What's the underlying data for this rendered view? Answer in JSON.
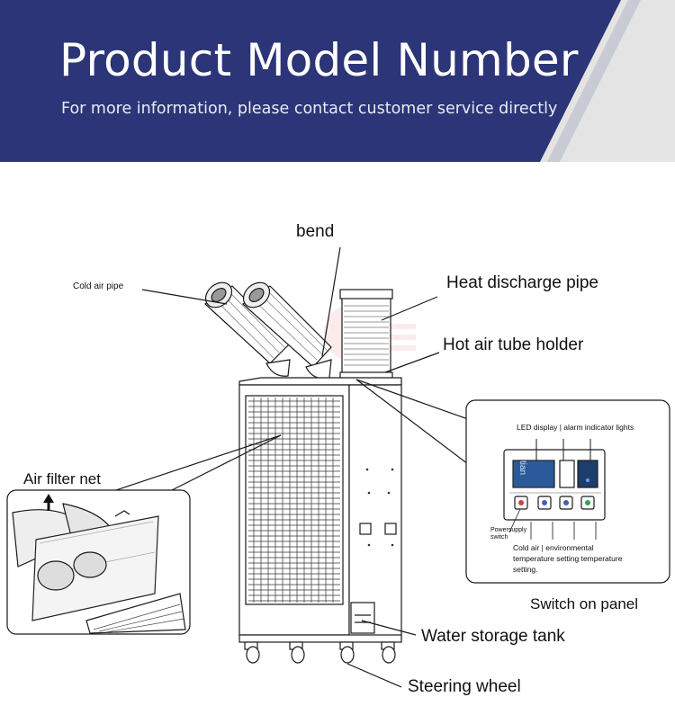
{
  "header": {
    "title": "Product Model Number",
    "subtitle": "For more information, please contact customer service directly"
  },
  "colors": {
    "banner_navy": "#2c3577",
    "banner_gray": "#e4e4e4",
    "line": "#1a1a1a"
  },
  "labels": {
    "bend": "bend",
    "cold_air_pipe": "Cold air pipe",
    "heat_discharge_pipe": "Heat discharge pipe",
    "hot_air_tube_holder": "Hot air tube holder",
    "air_filter_net": "Air filter net",
    "water_storage_tank": "Water storage tank",
    "steering_wheel": "Steering wheel",
    "switch_on_panel": "Switch on panel"
  },
  "panel": {
    "led_label": "LED display | alarm indicator lights",
    "power_label_line1": "Powersupply",
    "power_label_line2": "switch",
    "controls_label_line1": "Cold air | environmental",
    "controls_label_line2": "temperature setting temperature",
    "controls_label_line3": "setting.",
    "display_text": "tian"
  }
}
